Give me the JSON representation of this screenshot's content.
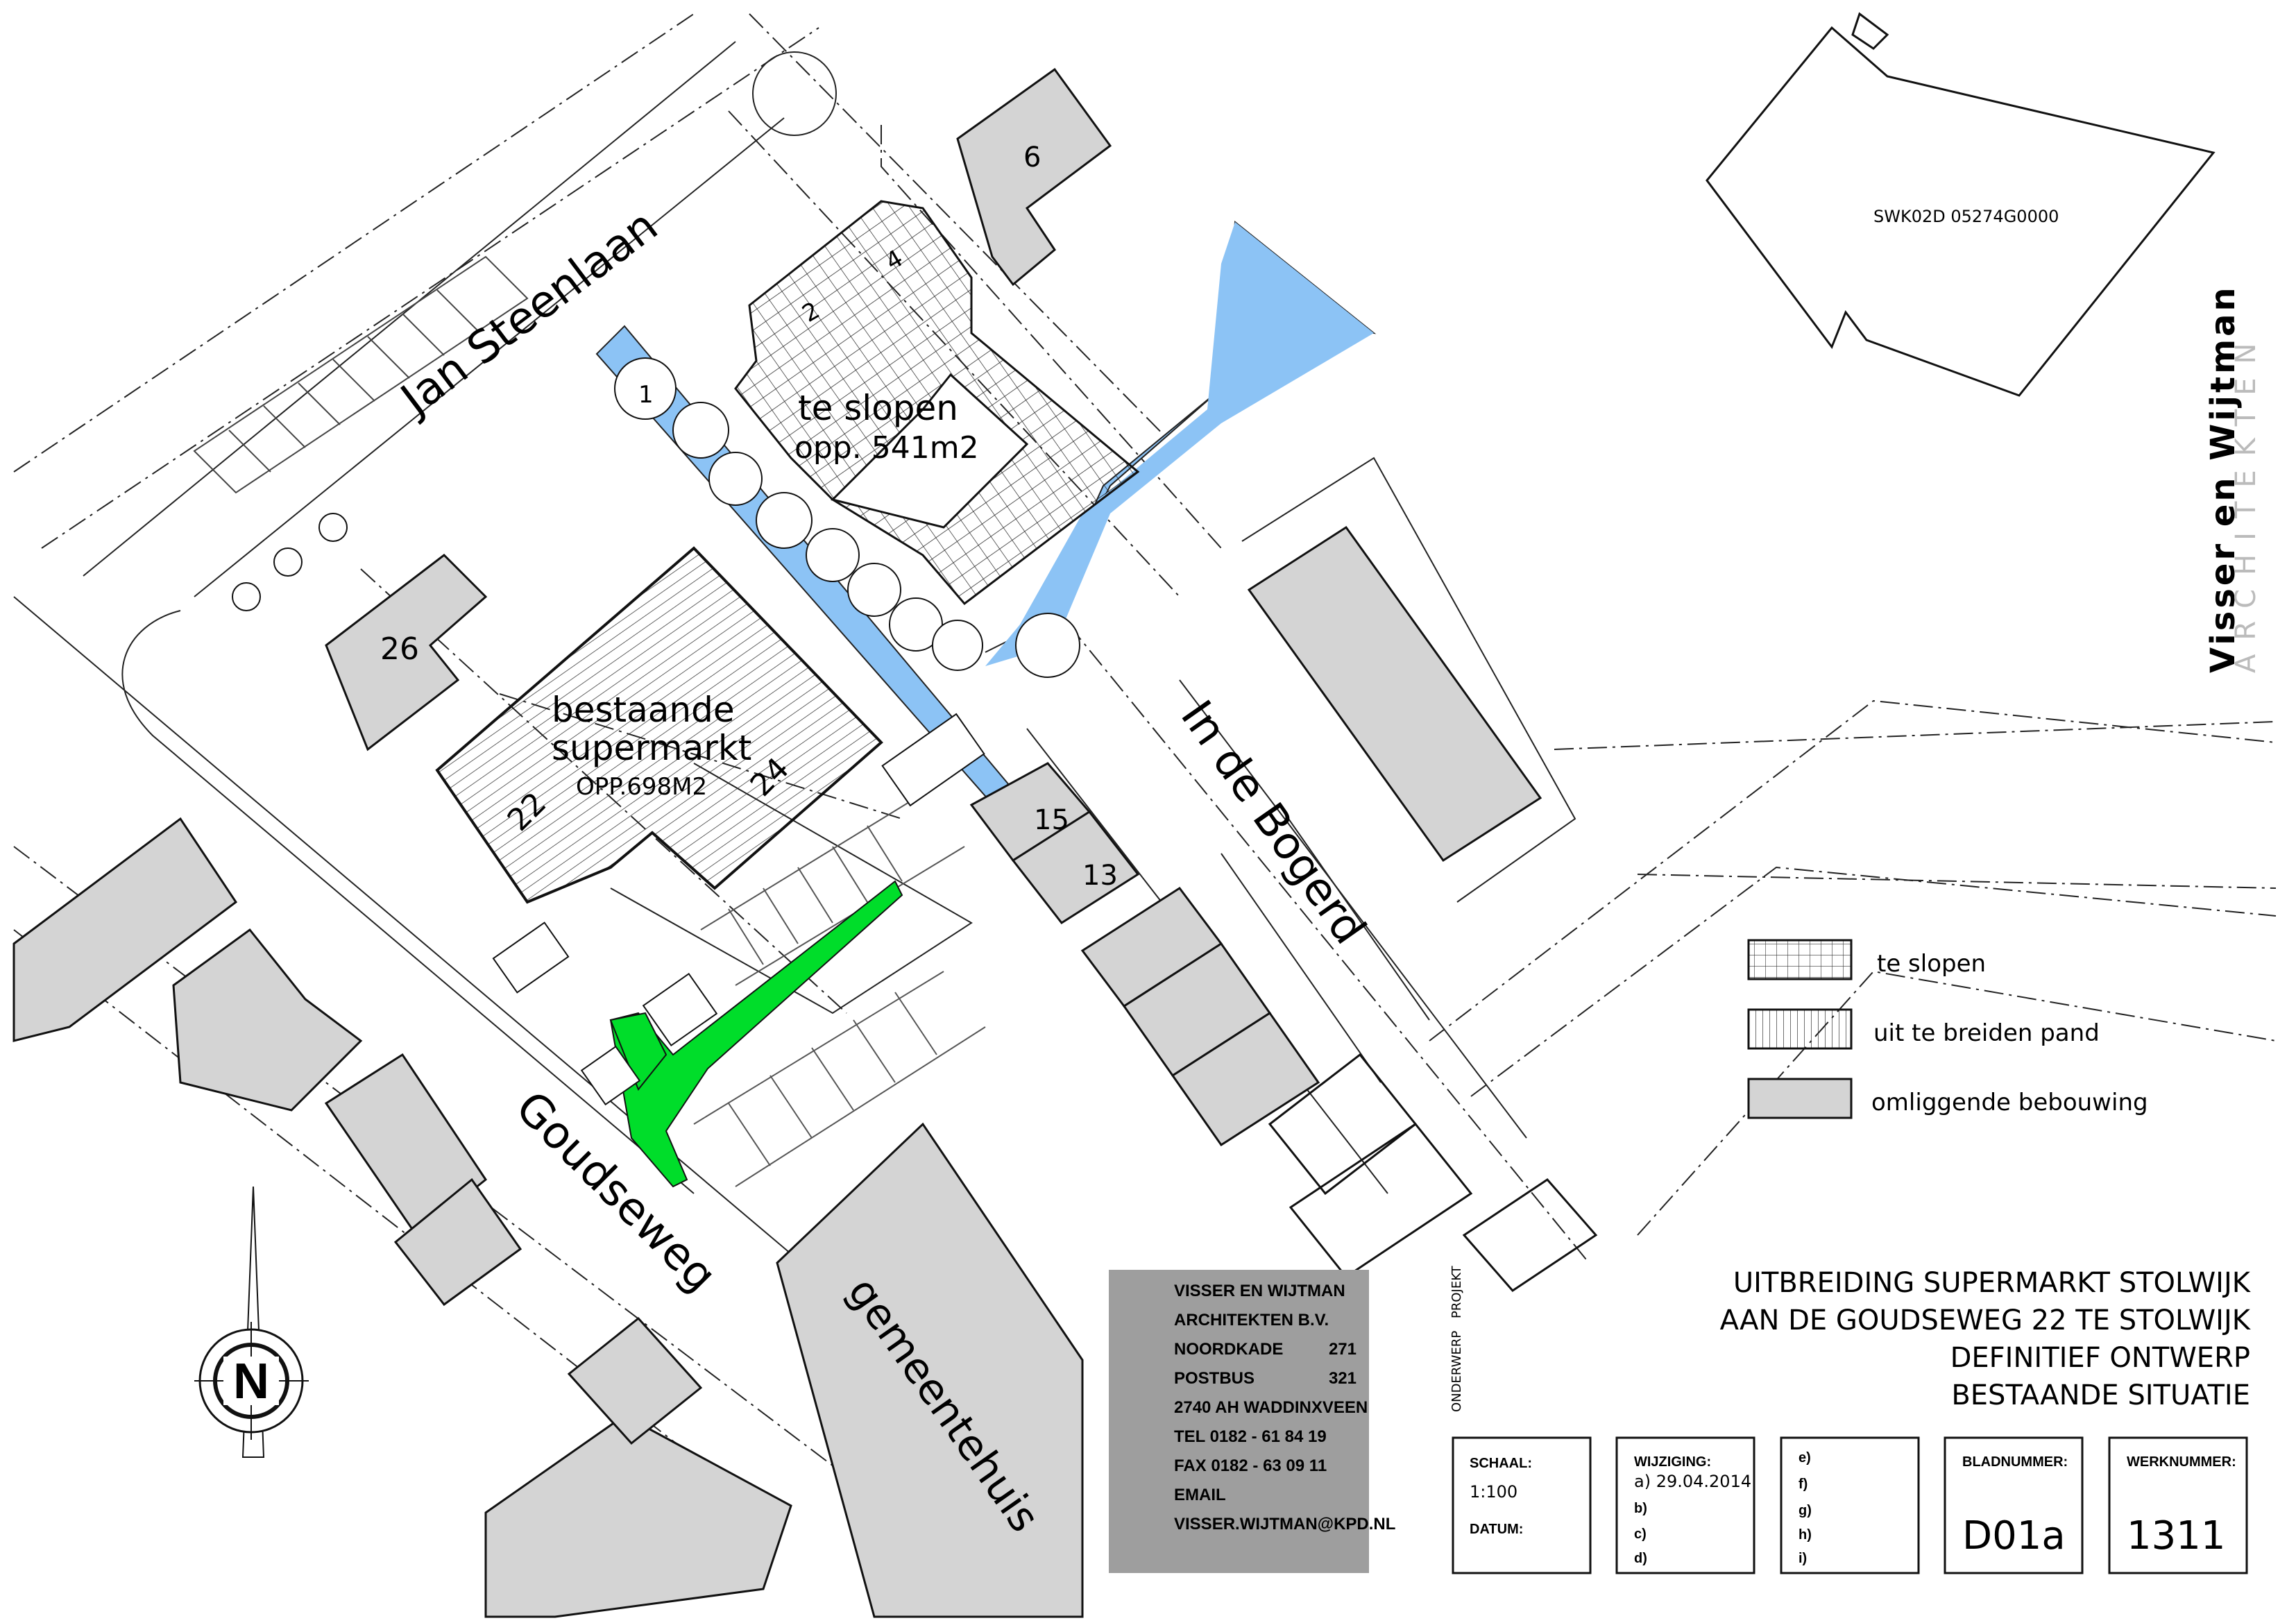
{
  "streets": {
    "jan_steenlaan": "Jan Steenlaan",
    "in_de_bogerd": "In de Bogerd",
    "goudseweg": "Goudseweg"
  },
  "buildings": {
    "demolish_label": "te slopen",
    "demolish_area": "opp. 541m2",
    "supermarket_label_1": "bestaande",
    "supermarket_label_2": "supermarkt",
    "supermarket_area": "OPP.698M2",
    "gemeentehuis": "gemeentehuis",
    "parcel_code": "SWK02D 05274G0000",
    "house_numbers": [
      "6",
      "4",
      "2",
      "1",
      "26",
      "22",
      "24",
      "15",
      "13"
    ]
  },
  "side_brand": {
    "line1": "Visser en Wijtman",
    "line2": "ARCHITEKTEN"
  },
  "legend": [
    {
      "pattern": "grid",
      "label": "te slopen"
    },
    {
      "pattern": "vertical",
      "label": "uit te breiden pand"
    },
    {
      "pattern": "grey",
      "label": "omliggende bebouwing"
    }
  ],
  "colors": {
    "water": "#8cc3f5",
    "green": "#00dd2a",
    "surrounding": "#d4d4d4",
    "office_block": "#9e9e9e"
  },
  "office": {
    "name1": "VISSER EN WIJTMAN",
    "name2": "ARCHITEKTEN B.V.",
    "street": "NOORDKADE",
    "street_no": "271",
    "pobox": "POSTBUS",
    "pobox_no": "321",
    "city": "2740 AH WADDINXVEEN",
    "tel": "TEL  0182 - 61 84 19",
    "fax": "FAX 0182 - 63 09 11",
    "email_label": "EMAIL",
    "email": "VISSER.WIJTMAN@KPD.NL"
  },
  "project": {
    "side_label_1": "ONDERWERP",
    "side_label_2": "PROJEKT",
    "title1": "UITBREIDING SUPERMARKT STOLWIJK",
    "title2": "AAN DE GOUDSEWEG 22 TE STOLWIJK",
    "title3": "DEFINITIEF ONTWERP",
    "title4": "BESTAANDE SITUATIE"
  },
  "title_block": {
    "schaal_head": "SCHAAL:",
    "schaal": "1:100",
    "datum_head": "DATUM:",
    "wijziging_head": "WIJZIGING:",
    "wijziging_a": "a) 29.04.2014",
    "wijziging_b": "b)",
    "wijziging_c": "c)",
    "wijziging_d": "d)",
    "wijziging_e": "e)",
    "wijziging_f": "f)",
    "wijziging_g": "g)",
    "wijziging_h": "h)",
    "wijziging_i": "i)",
    "bladnummer_head": "BLADNUMMER:",
    "bladnummer": "D01a",
    "werknummer_head": "WERKNUMMER:",
    "werknummer": "1311"
  },
  "north": "N"
}
